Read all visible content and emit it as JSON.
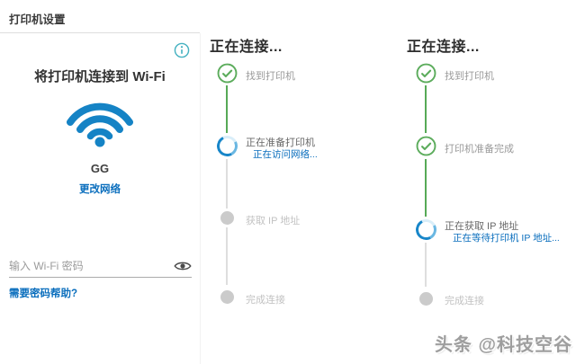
{
  "app": {
    "title": "打印机设置"
  },
  "left_panel": {
    "heading": "将打印机连接到 Wi-Fi",
    "info_icon": "info-circle",
    "wifi_icon": "wifi-signal",
    "network": {
      "name": "GG",
      "change_link": "更改网络"
    },
    "password": {
      "placeholder": "输入 Wi-Fi 密码",
      "value": ""
    },
    "help_link": "需要密码帮助?"
  },
  "panel2": {
    "heading": "正在连接...",
    "steps": [
      {
        "label": "找到打印机",
        "state": "done"
      },
      {
        "label": "正在准备打印机",
        "sublabel": "正在访问网络...",
        "state": "active"
      },
      {
        "label": "获取 IP 地址",
        "state": "pending"
      },
      {
        "label": "完成连接",
        "state": "pending"
      }
    ]
  },
  "panel3": {
    "heading": "正在连接...",
    "steps": [
      {
        "label": "找到打印机",
        "state": "done"
      },
      {
        "label": "打印机准备完成",
        "state": "done"
      },
      {
        "label": "正在获取 IP 地址",
        "sublabel": "正在等待打印机 IP 地址...",
        "state": "active"
      },
      {
        "label": "完成连接",
        "state": "pending"
      }
    ]
  },
  "watermark": {
    "text": "头条 @科技空谷"
  },
  "colors": {
    "accent_blue": "#1583c5",
    "link_blue": "#0a6ebd",
    "success_green": "#57a957",
    "info_teal": "#45b1c1",
    "pending_gray": "#cbcbcb"
  }
}
